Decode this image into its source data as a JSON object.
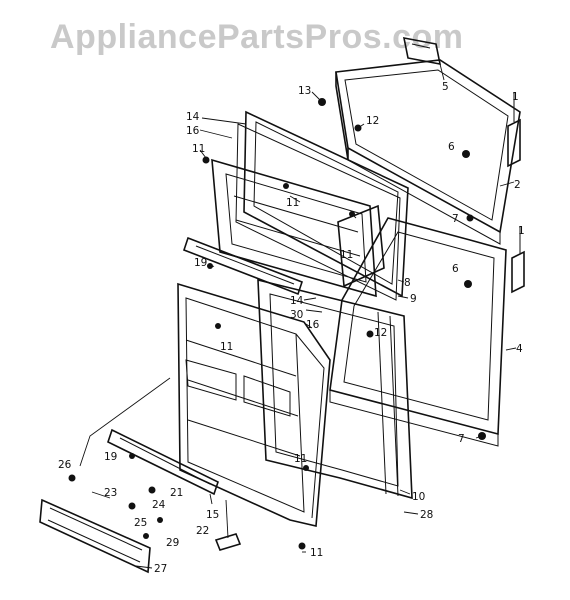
{
  "watermark": "AppliancePartsPros.com",
  "callouts": {
    "c1a": "1",
    "c1b": "1",
    "c2": "2",
    "c4": "4",
    "c5": "5",
    "c6a": "6",
    "c6b": "6",
    "c7a": "7",
    "c7b": "7",
    "c8": "8",
    "c9": "9",
    "c10": "10",
    "c11a": "11",
    "c11b": "11",
    "c11c": "11",
    "c11d": "11",
    "c11e": "11",
    "c11f": "11",
    "c12a": "12",
    "c12b": "12",
    "c13": "13",
    "c14a": "14",
    "c14b": "14",
    "c15": "15",
    "c16a": "16",
    "c16b": "16",
    "c19a": "19",
    "c19b": "19",
    "c21": "21",
    "c22": "22",
    "c23": "23",
    "c24": "24",
    "c25": "25",
    "c26": "26",
    "c27": "27",
    "c28": "28",
    "c29": "29",
    "c30": "30"
  }
}
